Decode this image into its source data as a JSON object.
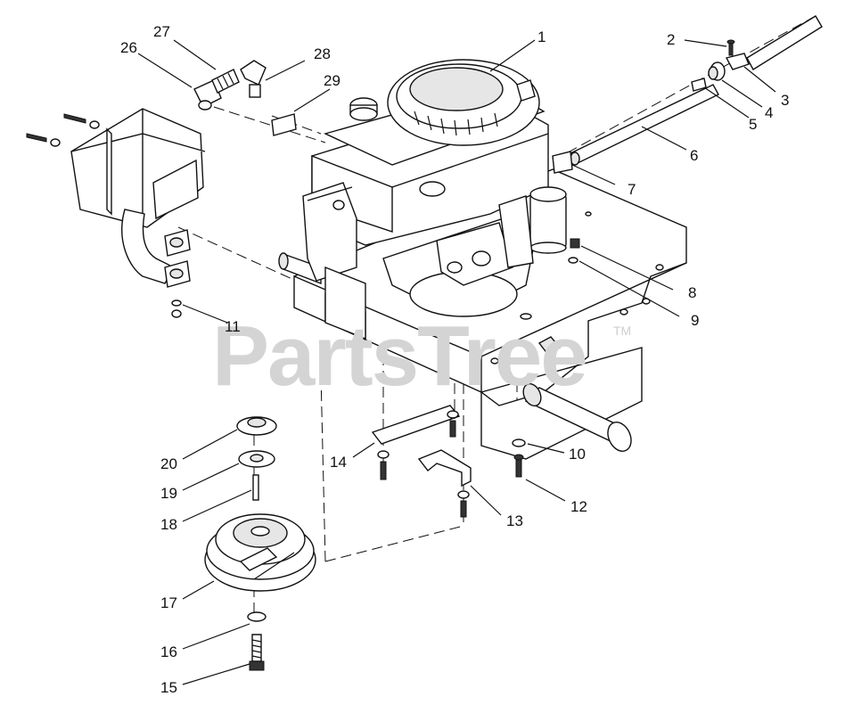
{
  "watermark": {
    "text": "PartsTree",
    "trademark": "TM"
  },
  "callouts": [
    {
      "id": "1",
      "label": "1"
    },
    {
      "id": "2",
      "label": "2"
    },
    {
      "id": "3",
      "label": "3"
    },
    {
      "id": "4",
      "label": "4"
    },
    {
      "id": "5",
      "label": "5"
    },
    {
      "id": "6",
      "label": "6"
    },
    {
      "id": "7",
      "label": "7"
    },
    {
      "id": "8",
      "label": "8"
    },
    {
      "id": "9",
      "label": "9"
    },
    {
      "id": "10",
      "label": "10"
    },
    {
      "id": "11",
      "label": "11"
    },
    {
      "id": "12",
      "label": "12"
    },
    {
      "id": "13",
      "label": "13"
    },
    {
      "id": "14",
      "label": "14"
    },
    {
      "id": "15",
      "label": "15"
    },
    {
      "id": "16",
      "label": "16"
    },
    {
      "id": "17",
      "label": "17"
    },
    {
      "id": "18",
      "label": "18"
    },
    {
      "id": "19",
      "label": "19"
    },
    {
      "id": "20",
      "label": "20"
    },
    {
      "id": "26",
      "label": "26"
    },
    {
      "id": "27",
      "label": "27"
    },
    {
      "id": "28",
      "label": "28"
    },
    {
      "id": "29",
      "label": "29"
    }
  ]
}
